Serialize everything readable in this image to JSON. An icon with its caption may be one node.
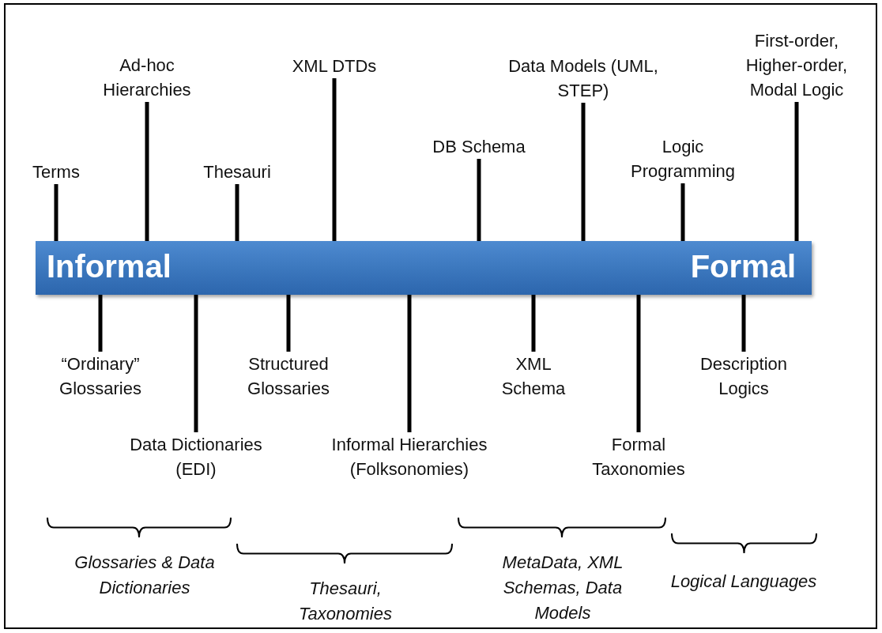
{
  "diagram": {
    "nodes": [
      {
        "text": [
          "Informal",
          "Formal"
        ]
      },
      {
        "text": [
          "Terms"
        ]
      },
      {
        "text": [
          "Ad-hoc Hierarchies"
        ]
      },
      {
        "text": [
          "Thesauri"
        ]
      },
      {
        "text": [
          "XML DTDs"
        ]
      },
      {
        "text": [
          "DB Schema"
        ]
      },
      {
        "text": [
          "Data Models (UML, STEP)"
        ]
      },
      {
        "text": [
          "Logic Programming"
        ]
      },
      {
        "text": [
          "First-order, Higher-order, Modal Logic"
        ]
      },
      {
        "text": [
          "“Ordinary” Glossaries"
        ]
      },
      {
        "text": [
          "Data Dictionaries (EDI)"
        ]
      },
      {
        "text": [
          "Structured Glossaries"
        ]
      },
      {
        "text": [
          "Informal Hierarchies (Folksonomies)"
        ]
      },
      {
        "text": [
          "XML Schema"
        ]
      },
      {
        "text": [
          "Formal Taxonomies"
        ]
      },
      {
        "text": [
          "Description Logics"
        ]
      }
    ],
    "edges": [
      {
        "from": 1,
        "to": 0,
        "arrow": "none"
      },
      {
        "from": 2,
        "to": 0,
        "arrow": "none"
      },
      {
        "from": 3,
        "to": 0,
        "arrow": "none"
      },
      {
        "from": 4,
        "to": 0,
        "arrow": "none"
      },
      {
        "from": 5,
        "to": 0,
        "arrow": "none"
      },
      {
        "from": 6,
        "to": 0,
        "arrow": "none"
      },
      {
        "from": 7,
        "to": 0,
        "arrow": "none"
      },
      {
        "from": 8,
        "to": 0,
        "arrow": "none"
      },
      {
        "from": 0,
        "to": 9,
        "arrow": "none"
      },
      {
        "from": 0,
        "to": 10,
        "arrow": "none"
      },
      {
        "from": 0,
        "to": 11,
        "arrow": "none"
      },
      {
        "from": 0,
        "to": 12,
        "arrow": "none"
      },
      {
        "from": 0,
        "to": 13,
        "arrow": "none"
      },
      {
        "from": 0,
        "to": 14,
        "arrow": "none"
      },
      {
        "from": 0,
        "to": 15,
        "arrow": "none"
      }
    ],
    "labels": [
      "Glossaries & Data Dictionaries",
      "Thesauri, Taxonomies",
      "MetaData, XML Schemas, Data Models",
      "Logical Languages"
    ]
  }
}
